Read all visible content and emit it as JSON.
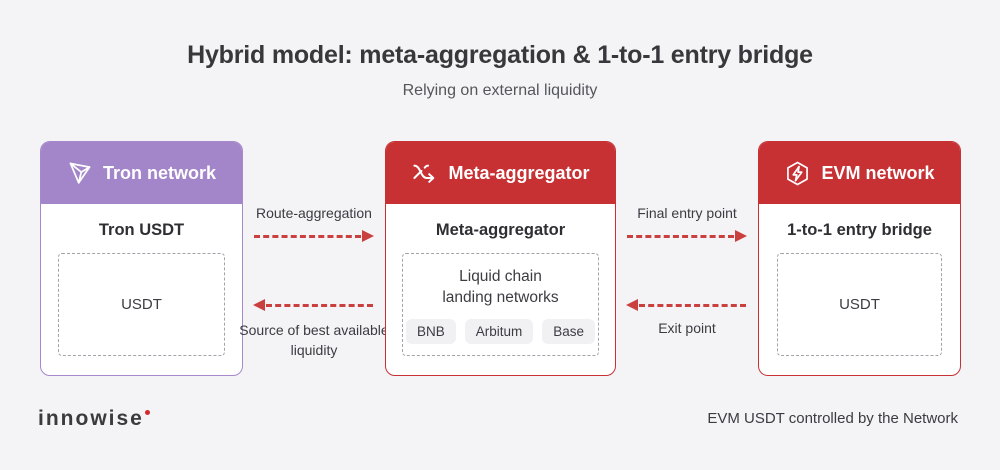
{
  "page": {
    "title": "Hybrid model: meta-aggregation & 1-to-1 entry bridge",
    "subtitle": "Relying on external liquidity",
    "logo_text": "innowise",
    "footer_note": "EVM USDT controlled by the Network"
  },
  "colors": {
    "background": "#f4f4f6",
    "tron_purple": "#a385c9",
    "brand_red": "#c73134",
    "arrow_red": "#c9403f",
    "pill_background": "#f1f1f4",
    "dashed_border_gray": "#a3a3ab",
    "text_dark": "#38383c"
  },
  "cards": {
    "tron": {
      "header_label": "Tron network",
      "icon": "tron-icon",
      "body_title": "Tron USDT",
      "inner_label": "USDT"
    },
    "meta": {
      "header_label": "Meta-aggregator",
      "icon": "shuffle-icon",
      "body_title": "Meta-aggregator",
      "inner_line1": "Liquid chain",
      "inner_line2": "landing networks",
      "pills": [
        "BNB",
        "Arbitum",
        "Base"
      ]
    },
    "evm": {
      "header_label": "EVM network",
      "icon": "cube-bolt-icon",
      "body_title": "1-to-1 entry bridge",
      "inner_label": "USDT"
    }
  },
  "connectors": {
    "tron_to_meta": {
      "top_label": "Route-aggregation",
      "top_direction": "right",
      "bottom_label": "Source of best available liquidity",
      "bottom_direction": "left"
    },
    "meta_to_evm": {
      "top_label": "Final entry point",
      "top_direction": "right",
      "bottom_label": "Exit point",
      "bottom_direction": "left"
    }
  }
}
